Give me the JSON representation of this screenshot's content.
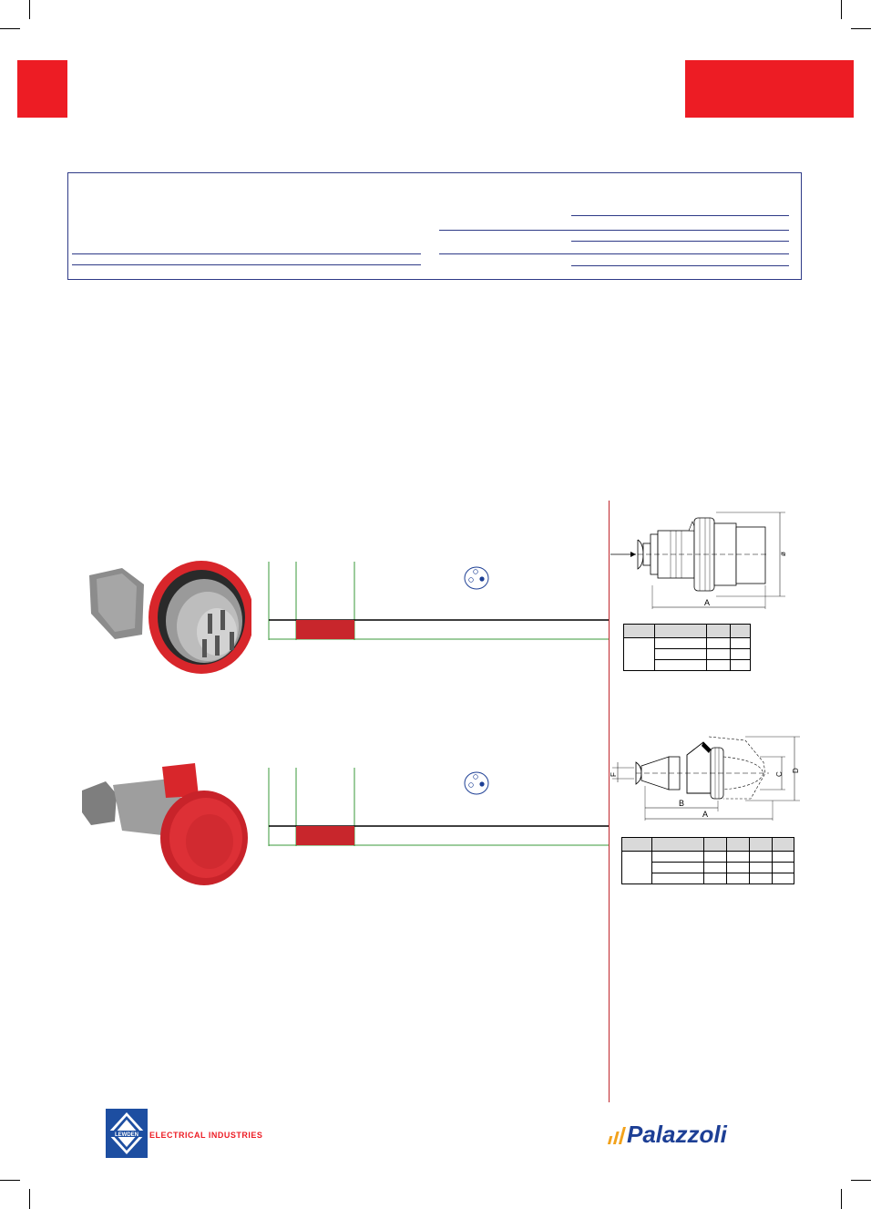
{
  "colors": {
    "brand_red": "#ed1c24",
    "rule_blue": "#2e3a87",
    "table_green": "#3a9a3a",
    "divider_red": "#c0272d",
    "pin_blue": "#1d3f95"
  },
  "products": [
    {
      "type": "plug",
      "icon": "socket-face-3pin-icon"
    },
    {
      "type": "connector",
      "icon": "socket-face-3pin-icon"
    }
  ],
  "diagram_plug": {
    "labels": {
      "a": "A",
      "diameter": "ø"
    }
  },
  "diagram_connector": {
    "labels": {
      "a": "A",
      "b": "B",
      "c": "C",
      "d": "D",
      "f": "F"
    }
  },
  "brands": {
    "lewden": {
      "mark": "LEWDEN",
      "text": "ELECTRICAL INDUSTRIES"
    },
    "palazzoli": {
      "text": "Palazzoli"
    }
  }
}
